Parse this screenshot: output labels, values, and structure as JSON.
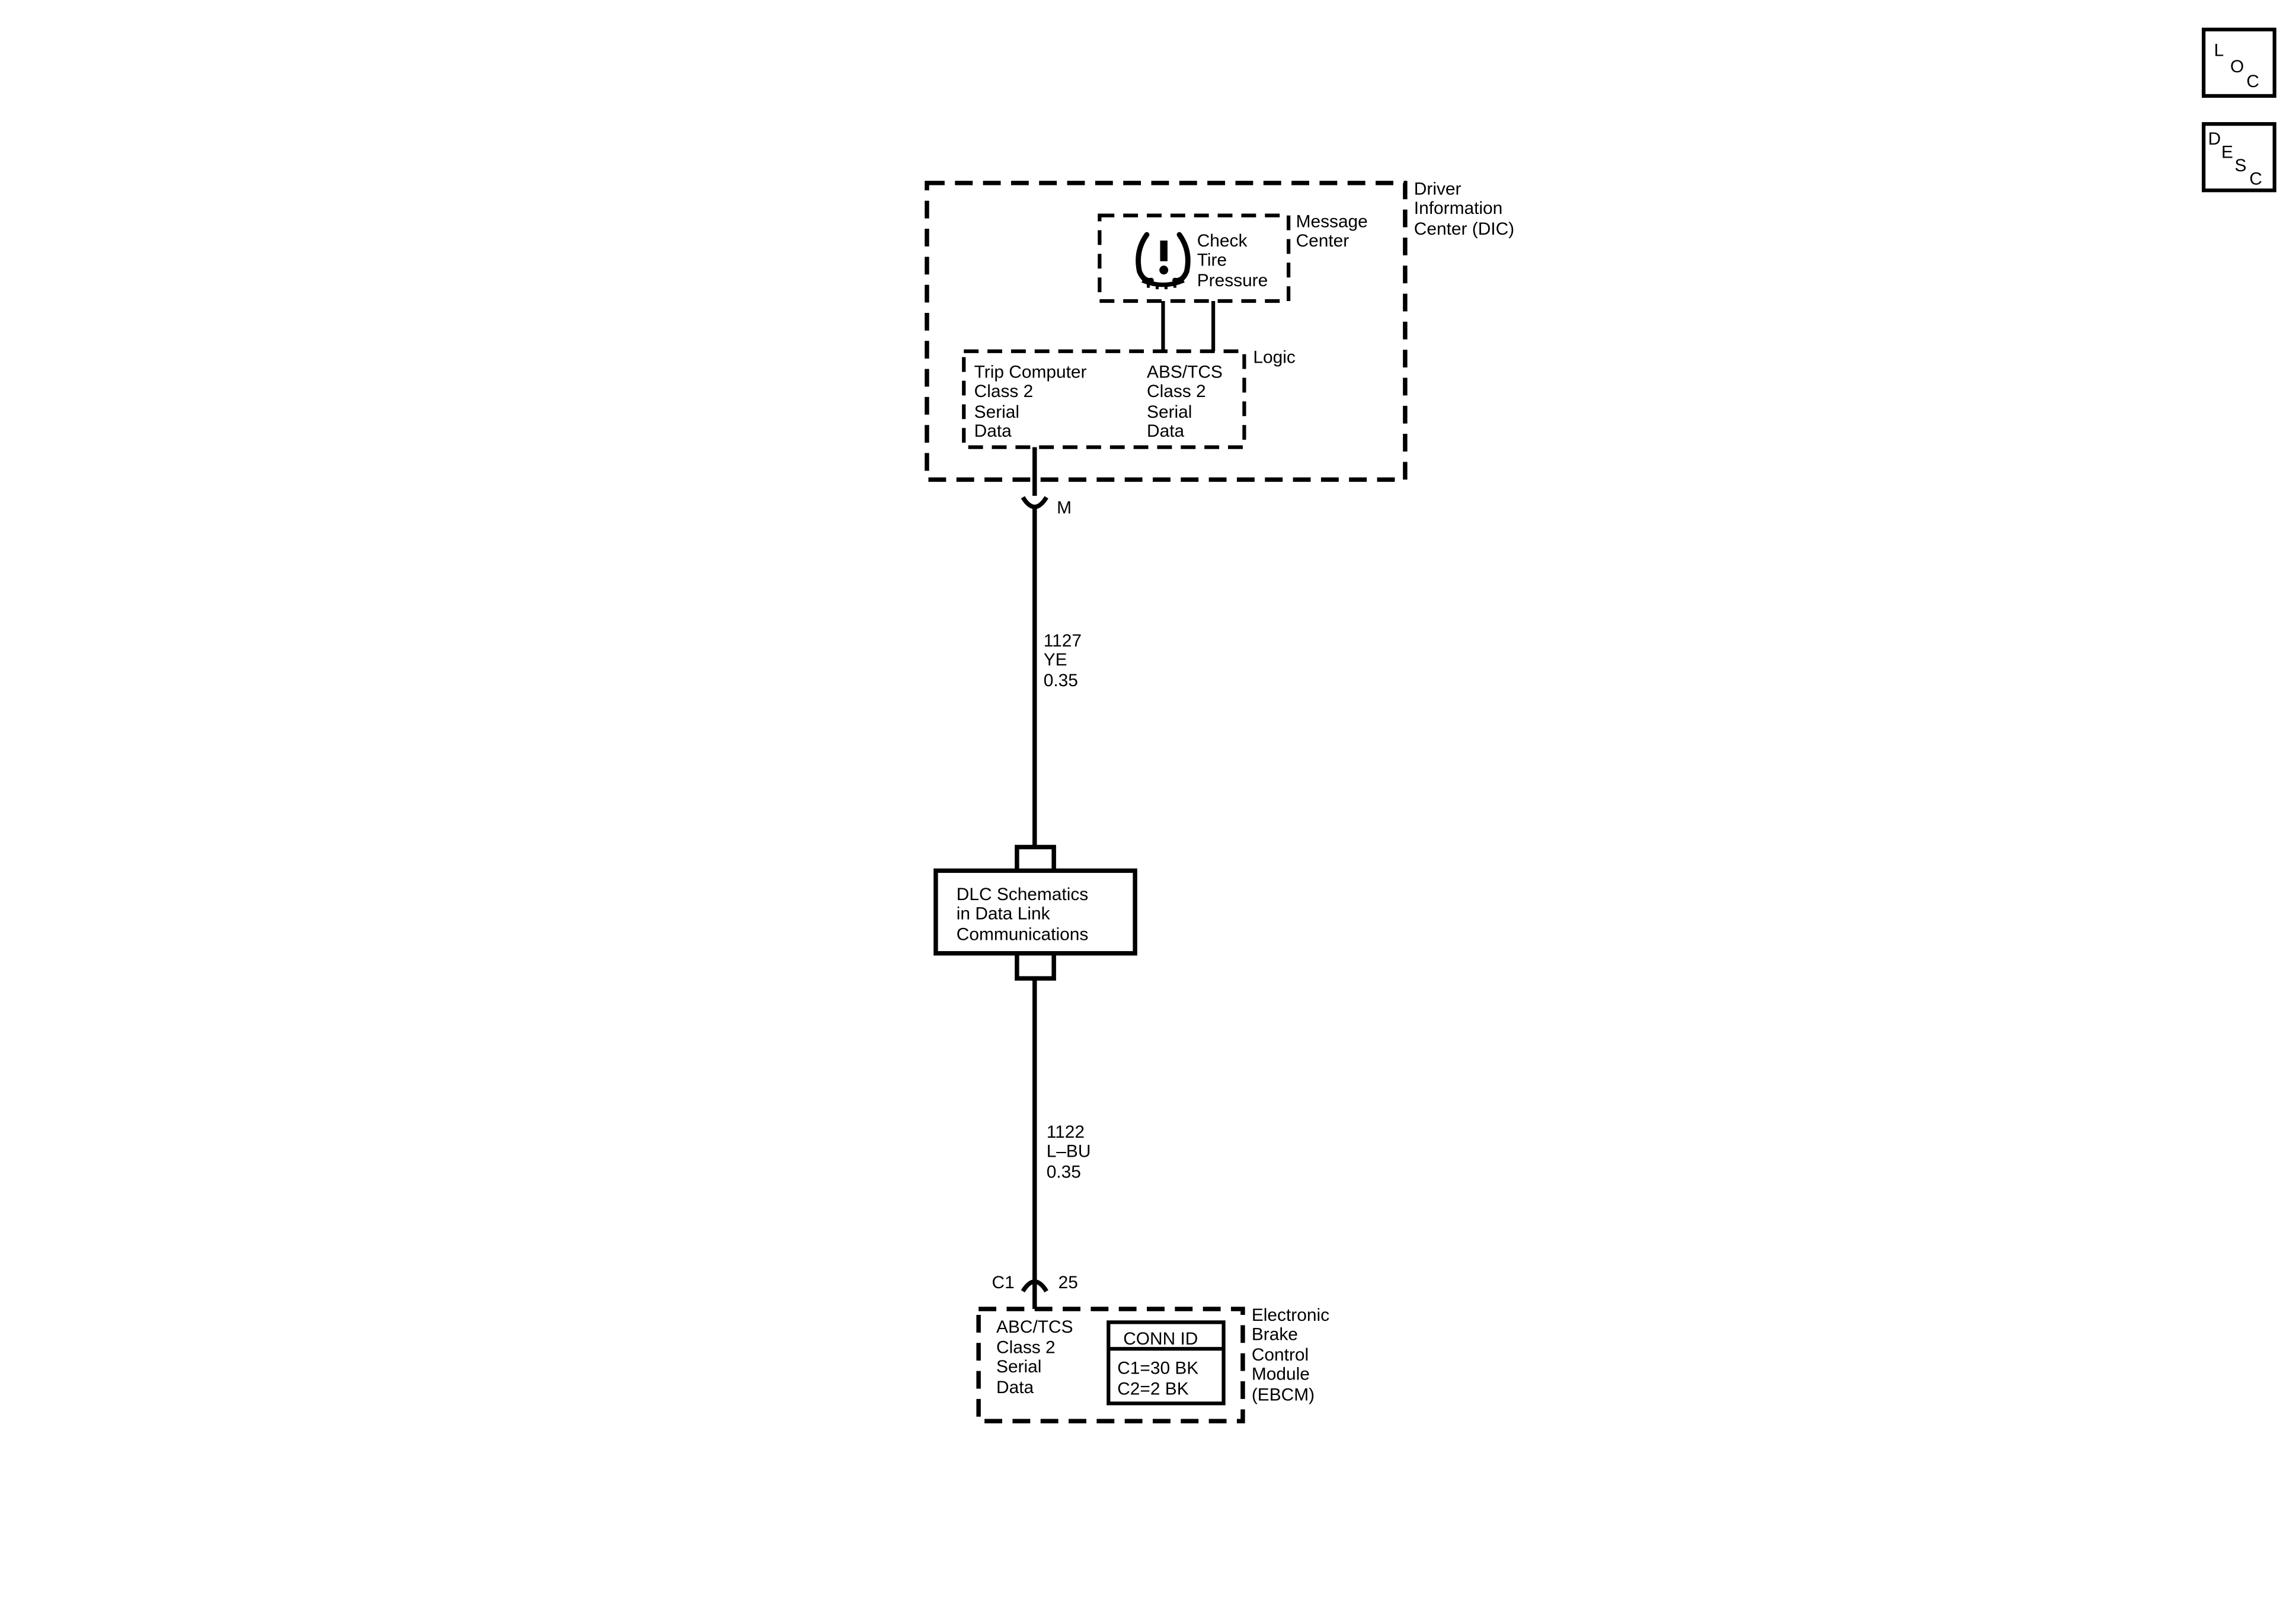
{
  "nav_buttons": {
    "loc": [
      "L",
      "O",
      "C"
    ],
    "desc": [
      "D",
      "E",
      "S",
      "C"
    ]
  },
  "dic": {
    "label": [
      "Driver",
      "Information",
      "Center (DIC)"
    ],
    "message_center": {
      "label": [
        "Message",
        "Center"
      ],
      "indicator_text": [
        "Check",
        "Tire",
        "Pressure"
      ],
      "icon": "tire-pressure-warning-icon"
    },
    "logic": {
      "label": "Logic",
      "left_text": [
        "Trip Computer",
        "Class 2",
        "Serial",
        "Data"
      ],
      "right_text": [
        "ABS/TCS",
        "Class 2",
        "Serial",
        "Data"
      ]
    },
    "connector": "M"
  },
  "wire_upper": {
    "circuit": "1127",
    "color": "YE",
    "gauge": "0.35"
  },
  "dlc": {
    "text": [
      "DLC Schematics",
      "in Data Link",
      "Communications"
    ]
  },
  "wire_lower": {
    "circuit": "1122",
    "color": "L–BU",
    "gauge": "0.35"
  },
  "ebcm": {
    "connector": "C1",
    "pin": "25",
    "label": [
      "Electronic",
      "Brake",
      "Control",
      "Module",
      "(EBCM)"
    ],
    "text": [
      "ABC/TCS",
      "Class 2",
      "Serial",
      "Data"
    ],
    "conn_id": {
      "header": "CONN ID",
      "rows": [
        "C1=30 BK",
        "C2=2 BK"
      ]
    }
  }
}
